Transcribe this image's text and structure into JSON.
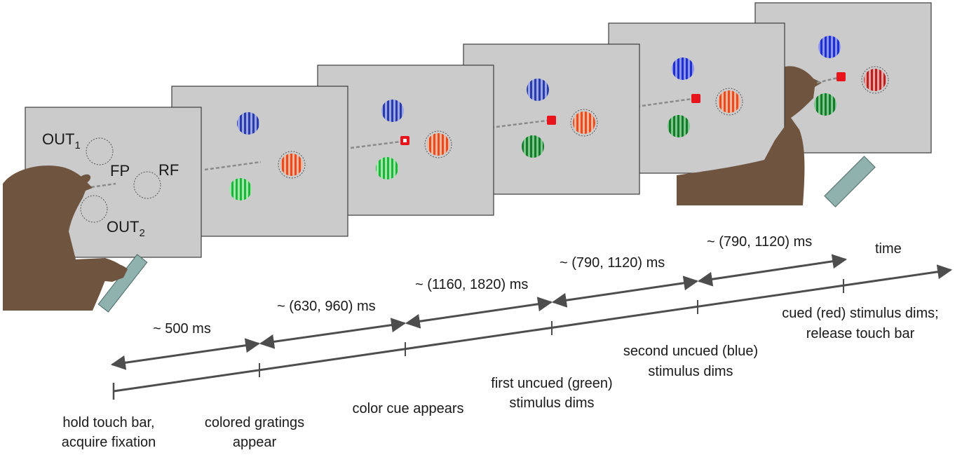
{
  "panel1": {
    "out1": "OUT",
    "out1_sub": "1",
    "out2": "OUT",
    "out2_sub": "2",
    "fp": "FP",
    "rf": "RF"
  },
  "durations": [
    "~ 500 ms",
    "~ (630, 960) ms",
    "~ (1160, 1820) ms",
    "~ (790, 1120) ms",
    "~ (790, 1120) ms"
  ],
  "time_label": "time",
  "events": [
    {
      "line1": "hold touch bar,",
      "line2": "acquire fixation"
    },
    {
      "line1": "colored gratings",
      "line2": "appear"
    },
    {
      "line1": "color cue appears",
      "line2": ""
    },
    {
      "line1": "first uncued (green)",
      "line2": "stimulus dims"
    },
    {
      "line1": "second uncued (blue)",
      "line2": "stimulus dims"
    },
    {
      "line1": "cued (red) stimulus dims;",
      "line2": "release touch bar"
    }
  ],
  "colors": {
    "screen": "#cbcbcb",
    "screen_border": "#3c3c3c",
    "monkey": "#6f5440",
    "touch_bar": "#8fb2ae",
    "arrow": "#4d4d4d",
    "cue_red": "#e8141c",
    "grating_blue": "#3a4fbf",
    "grating_green": "#1e9e3a",
    "grating_orange": "#f0542a"
  }
}
